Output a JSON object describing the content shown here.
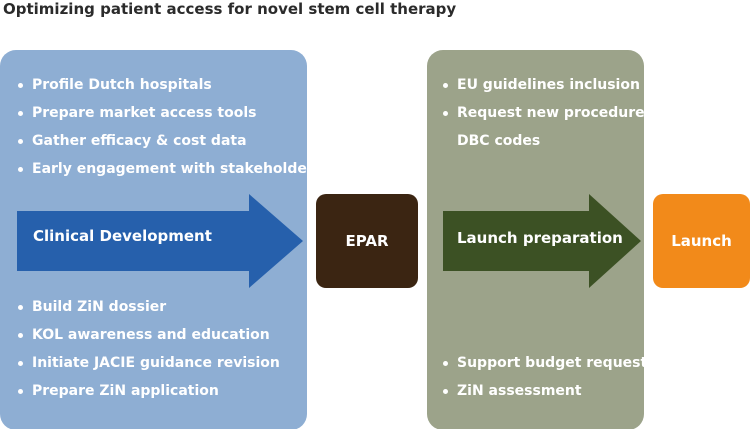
{
  "title": "Optimizing patient access for novel stem cell therapy",
  "clinical_panel": {
    "top_bullets": [
      "Profile Dutch hospitals",
      "Prepare market access tools",
      "Gather efficacy & cost data",
      "Early engagement with stakeholders"
    ],
    "arrow_label": "Clinical Development",
    "bottom_bullets": [
      "Build ZiN dossier",
      "KOL awareness and education",
      "Initiate JACIE guidance revision",
      "Prepare ZiN application"
    ]
  },
  "epar_box": {
    "label": "EPAR"
  },
  "launch_panel": {
    "top_bullets": [
      "EU guidelines inclusion",
      "Request new procedure"
    ],
    "top_bullet_continuation": "DBC codes",
    "arrow_label": "Launch preparation",
    "bottom_bullets": [
      "Support budget requests",
      "ZiN assessment"
    ]
  },
  "launch_box": {
    "label": "Launch"
  },
  "colors": {
    "clinical_panel": "#8eaed3",
    "clinical_arrow": "#2660ac",
    "epar": "#3b2512",
    "launch_panel": "#9ca38a",
    "launch_arrow": "#3c5124",
    "launch_box": "#f28a1a"
  }
}
